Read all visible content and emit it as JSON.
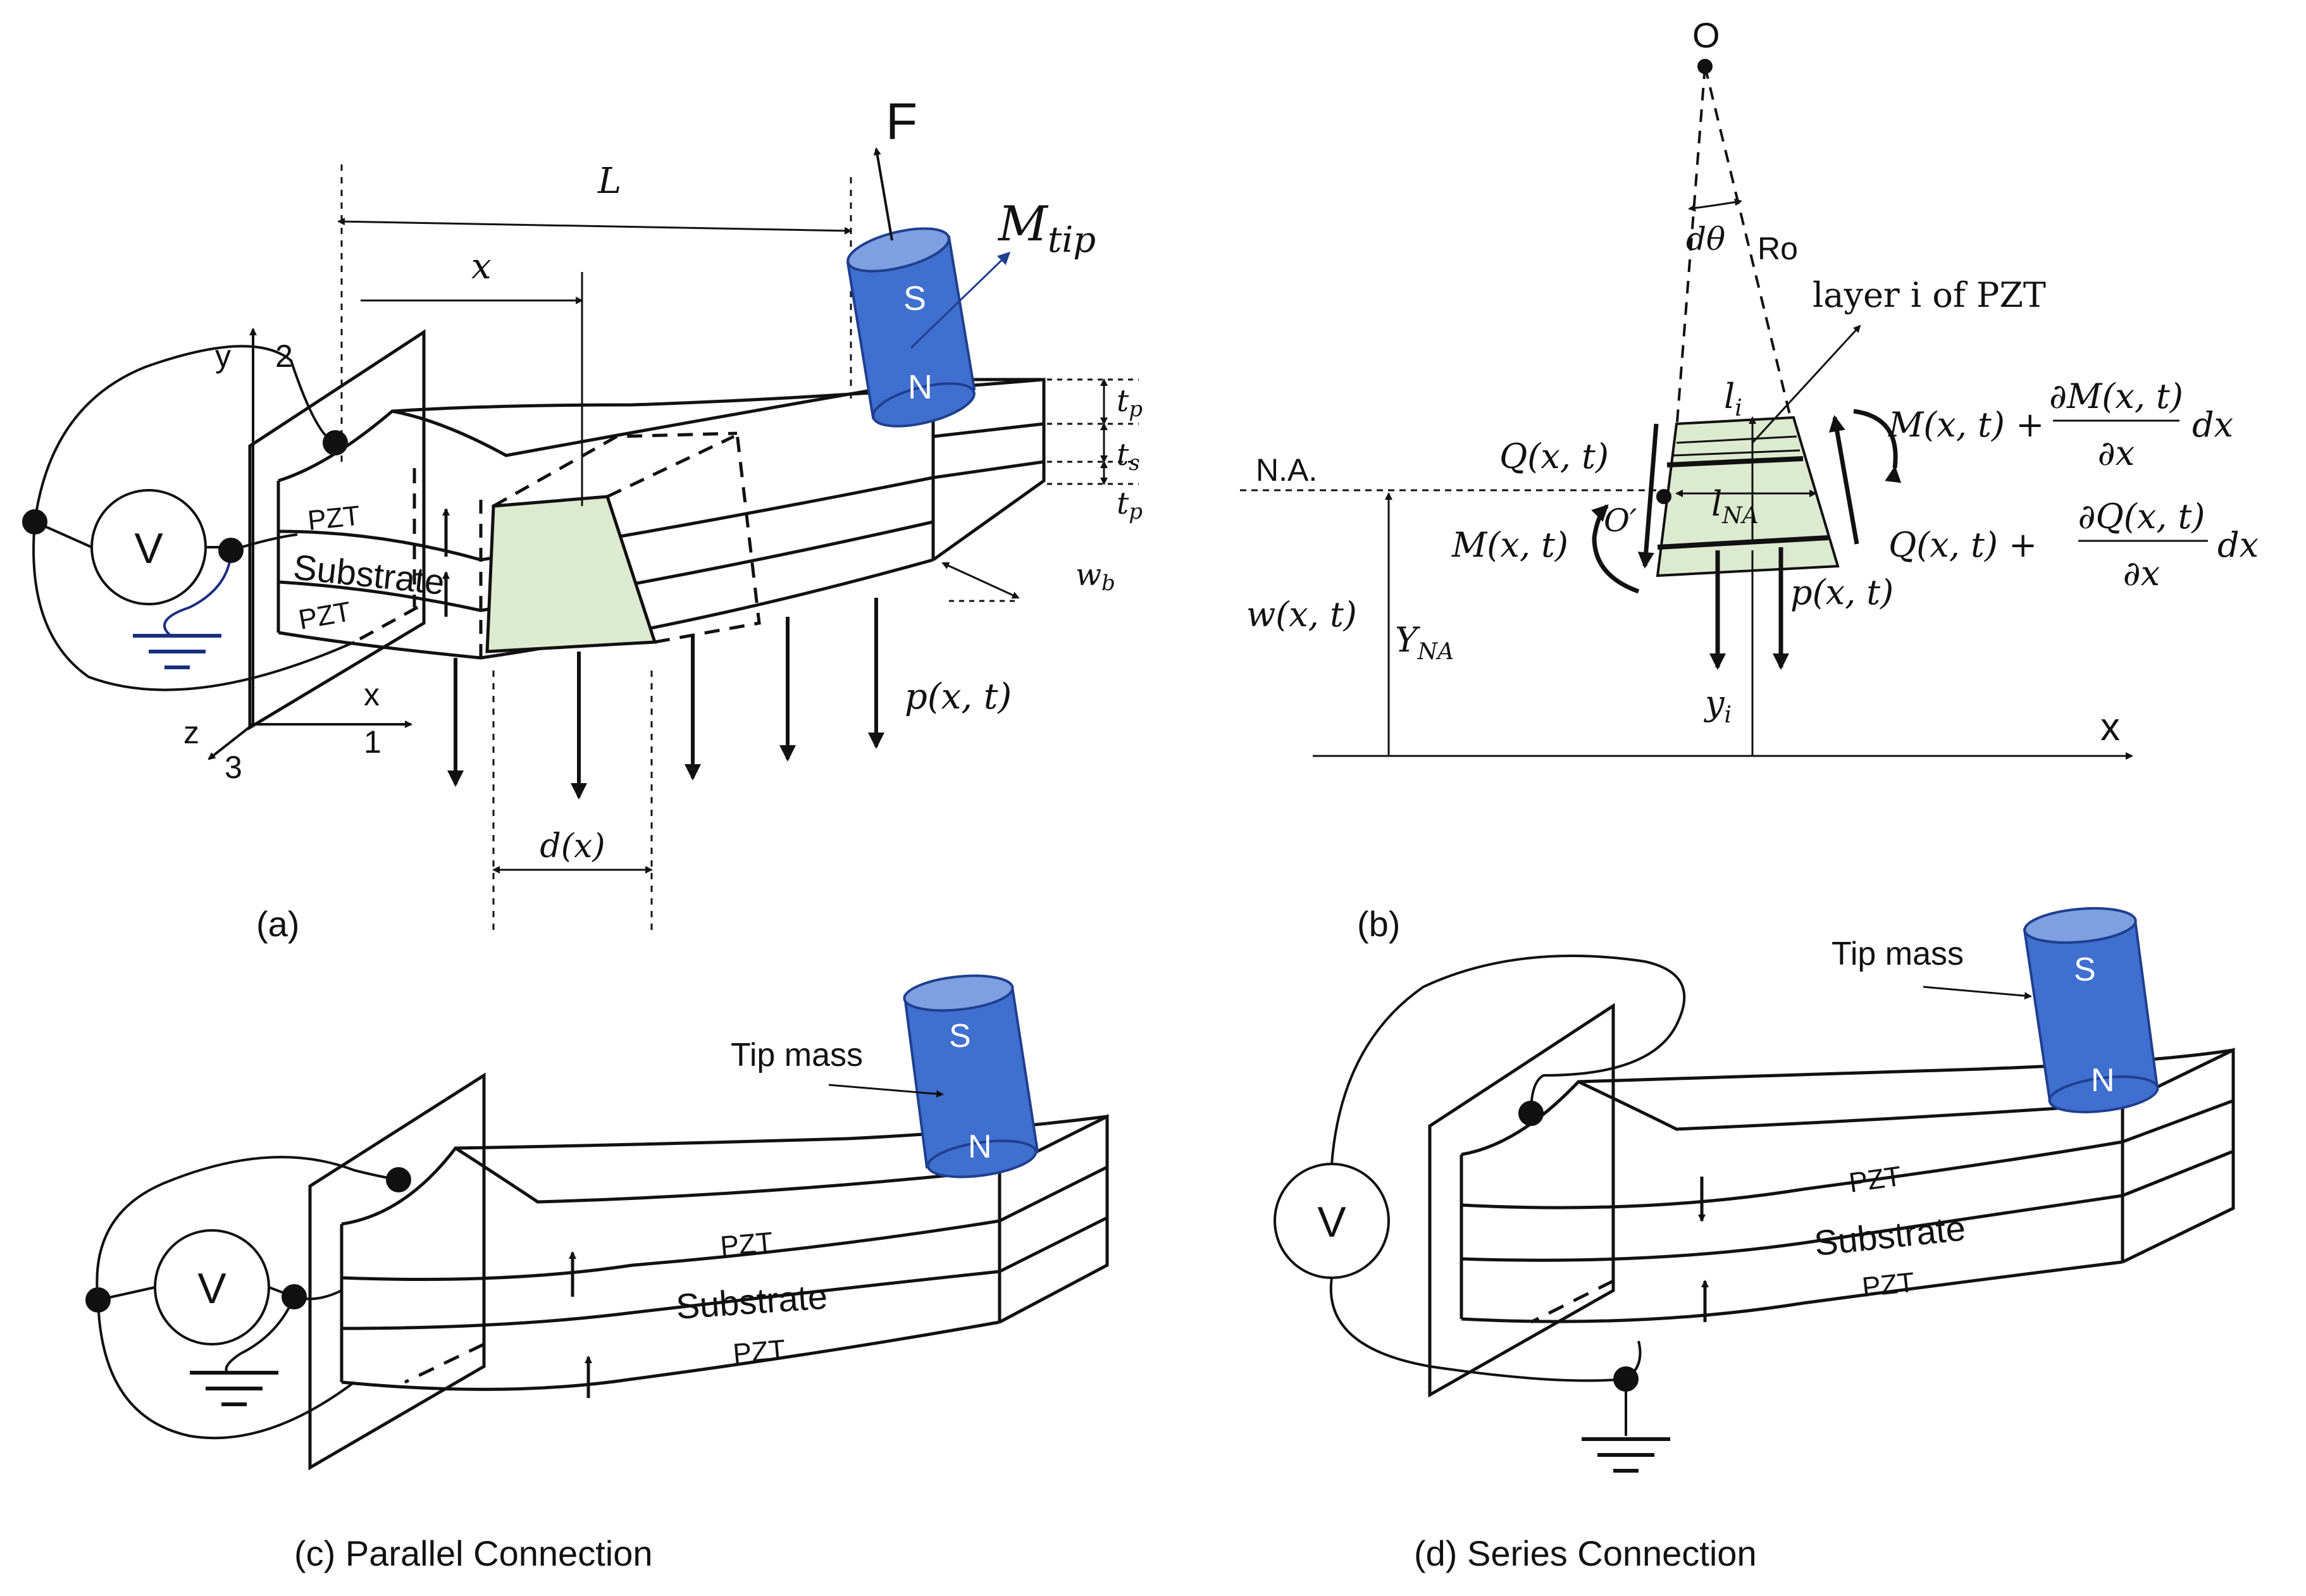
{
  "colors": {
    "ink": "#111111",
    "magnet_fill": "#3f6fcf",
    "magnet_top": "#7e9fe0",
    "magnet_edge": "#1f3f8f",
    "element_fill": "#dcead0",
    "ground_blue": "#1a2f80"
  },
  "panel_a": {
    "caption": "(a)",
    "layer_top": "PZT",
    "layer_mid": "Substrate",
    "layer_bot": "PZT",
    "voltage": "V",
    "length": "L",
    "position": "x",
    "element_width": "d(x)",
    "force": "F",
    "tip_mass": "M",
    "tip_mass_sub": "tip",
    "magnet_top_pole": "S",
    "magnet_bottom_pole": "N",
    "t_p_top": "t",
    "t_p_top_sub": "p",
    "t_s": "t",
    "t_s_sub": "s",
    "t_p_bot": "t",
    "t_p_bot_sub": "p",
    "width": "w",
    "width_sub": "b",
    "load": "p(x, t)",
    "axis_y": "y",
    "axis_x": "x",
    "axis_z": "z",
    "axis_2": "2",
    "axis_1": "1",
    "axis_3": "3"
  },
  "panel_b": {
    "caption": "(b)",
    "origin": "O",
    "dtheta": "dθ",
    "radius": "Ro",
    "layer_note": "layer i of PZT",
    "l_i": "l",
    "l_i_sub": "i",
    "l_na": "l",
    "l_na_sub": "NA",
    "na_label": "N.A.",
    "q_left": "Q(x, t)",
    "m_left": "M(x, t)",
    "o_prime": "O′",
    "m_right_a": "M(x, t) +",
    "m_right_num": "∂M(x, t)",
    "m_right_den": "∂x",
    "m_right_dx": "dx",
    "q_right_a": "Q(x, t) +",
    "q_right_num": "∂Q(x, t)",
    "q_right_den": "∂x",
    "q_right_dx": "dx",
    "load": "p(x, t)",
    "w": "w(x, t)",
    "y_na": "Y",
    "y_na_sub": "NA",
    "y_i": "y",
    "y_i_sub": "i",
    "axis_x": "x"
  },
  "panel_c": {
    "caption": "(c) Parallel Connection",
    "tip_mass": "Tip mass",
    "layer_top": "PZT",
    "layer_mid": "Substrate",
    "layer_bot": "PZT",
    "voltage": "V",
    "magnet_top_pole": "S",
    "magnet_bottom_pole": "N"
  },
  "panel_d": {
    "caption": "(d) Series Connection",
    "tip_mass": "Tip mass",
    "layer_top": "PZT",
    "layer_mid": "Substrate",
    "layer_bot": "PZT",
    "voltage": "V",
    "magnet_top_pole": "S",
    "magnet_bottom_pole": "N"
  }
}
